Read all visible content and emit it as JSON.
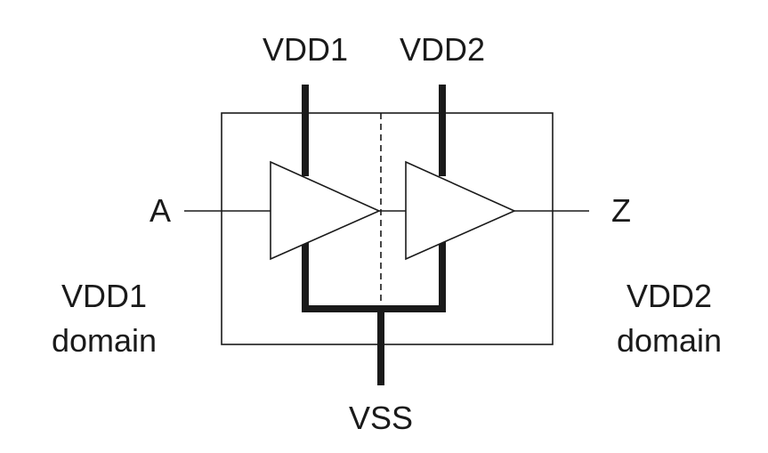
{
  "labels": {
    "vdd1_supply": "VDD1",
    "vdd2_supply": "VDD2",
    "input_pin": "A",
    "output_pin": "Z",
    "ground": "VSS",
    "left_domain": [
      "VDD1",
      "domain"
    ],
    "right_domain": [
      "VDD2",
      "domain"
    ]
  },
  "colors": {
    "line": "#1a1a1a",
    "background": "#ffffff"
  }
}
